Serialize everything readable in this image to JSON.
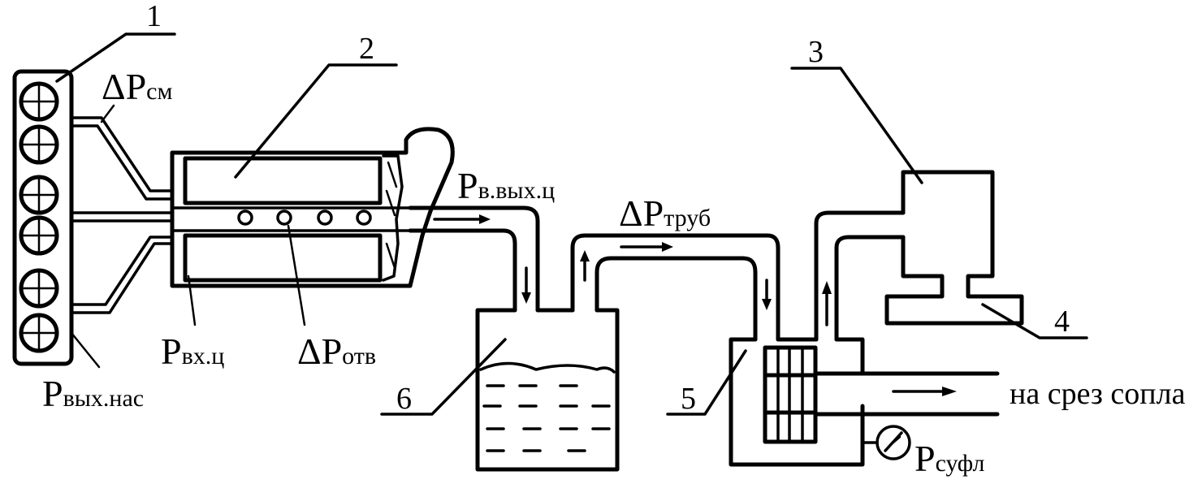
{
  "callouts": {
    "n1": "1",
    "n2": "2",
    "n3": "3",
    "n4": "4",
    "n5": "5",
    "n6": "6"
  },
  "labels": {
    "dp_sm": {
      "main": "ΔP",
      "sub": "см"
    },
    "p_v_vyh_c": {
      "main": "P",
      "sub": "в.вых.ц"
    },
    "dp_trub": {
      "main": "ΔP",
      "sub": "труб"
    },
    "p_vh_c": {
      "main": "P",
      "sub": "вх.ц"
    },
    "dp_otv": {
      "main": "ΔP",
      "sub": "отв"
    },
    "p_vyh_nas": {
      "main": "P",
      "sub": "вых.нас"
    },
    "p_sufl": {
      "main": "P",
      "sub": "суфл"
    },
    "nozzle": "на срез сопла"
  }
}
